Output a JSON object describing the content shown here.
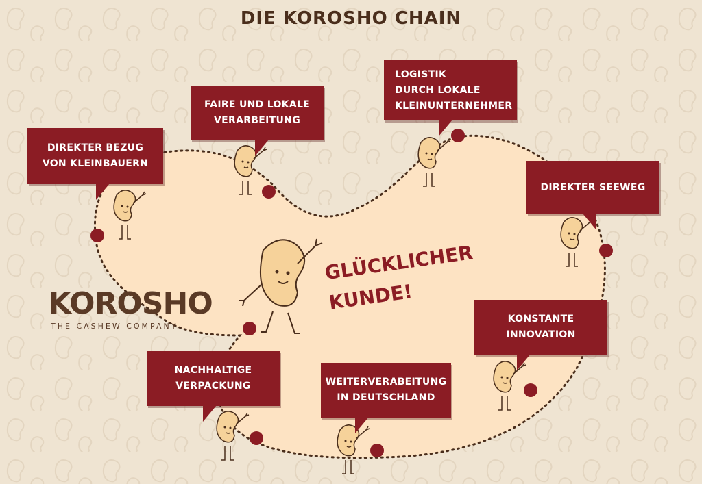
{
  "title": "DIE KOROSHO CHAIN",
  "center_text": [
    "GLÜCKLICHER",
    "KUNDE!"
  ],
  "logo": {
    "name": "KOROSHO",
    "tagline": "THE CASHEW COMPANY"
  },
  "steps": [
    {
      "label": "DIREKTER BEZUG\nVON KLEINBAUERN"
    },
    {
      "label": "FAIRE UND LOKALE\nVERARBEITUNG"
    },
    {
      "label": "LOGISTIK\nDURCH LOKALE\nKLEINUNTERNEHMER"
    },
    {
      "label": "DIREKTER SEEWEG"
    },
    {
      "label": "KONSTANTE\nINNOVATION"
    },
    {
      "label": "WEITERVERABEITUNG\nIN DEUTSCHLAND"
    },
    {
      "label": "NACHHALTIGE\nVERPACKUNG"
    }
  ],
  "colors": {
    "background": "#efe4d2",
    "shape": "#fde3c3",
    "bubble": "#8b1c24",
    "dot": "#8b1c24",
    "cashew": "#f6d29a",
    "text_dark": "#4a2e1c"
  }
}
